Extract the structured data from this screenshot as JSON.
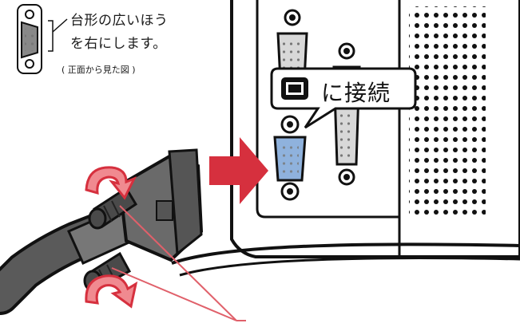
{
  "note": {
    "line1": "台形の広いほう",
    "line2": "を右にします。",
    "caption": "( 正面から見た図 )"
  },
  "callout": {
    "text": "に接続",
    "icon": "vga-port-icon"
  },
  "colors": {
    "arrow_red": "#d6303e",
    "cable_gray": "#5a5a5a",
    "port_blue": "#8fb2dd",
    "pointer_line": "#e0606a"
  }
}
